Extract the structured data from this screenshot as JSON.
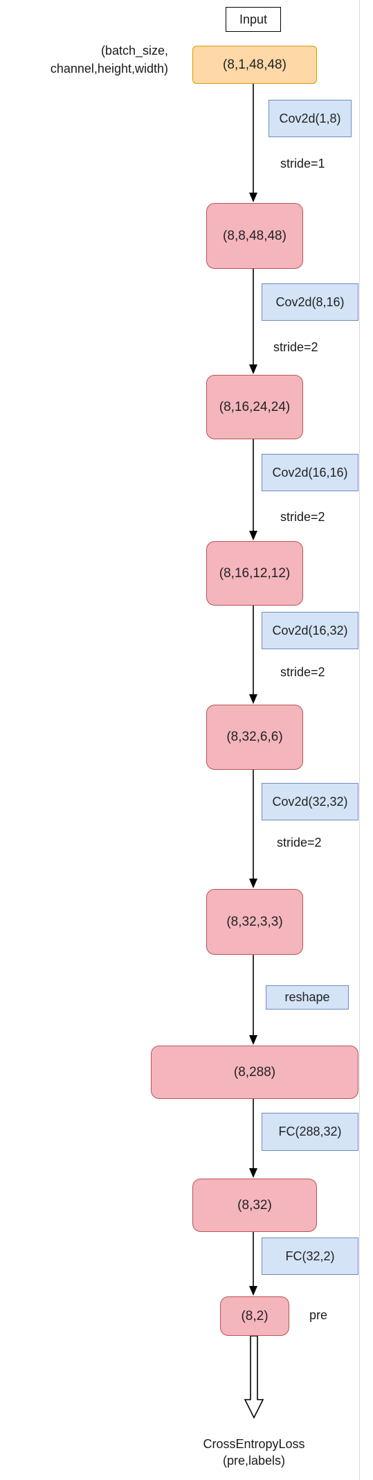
{
  "input_label": "Input",
  "shape_hint": "(batch_size,\nchannel,height,width)",
  "nodes": {
    "n0": "(8,1,48,48)",
    "n1": "(8,8,48,48)",
    "n2": "(8,16,24,24)",
    "n3": "(8,16,12,12)",
    "n4": "(8,32,6,6)",
    "n5": "(8,32,3,3)",
    "n6": "(8,288)",
    "n7": "(8,32)",
    "n8": "(8,2)"
  },
  "ops": {
    "op1": "Cov2d(1,8)",
    "op2": "Cov2d(8,16)",
    "op3": "Cov2d(16,16)",
    "op4": "Cov2d(16,32)",
    "op5": "Cov2d(32,32)",
    "op6": "reshape",
    "op7": "FC(288,32)",
    "op8": "FC(32,2)"
  },
  "strides": {
    "s1": "stride=1",
    "s2": "stride=2",
    "s3": "stride=2",
    "s4": "stride=2",
    "s5": "stride=2"
  },
  "pre_label": "pre",
  "loss": {
    "line1": "CrossEntropyLoss",
    "line2": "(pre,labels)"
  }
}
